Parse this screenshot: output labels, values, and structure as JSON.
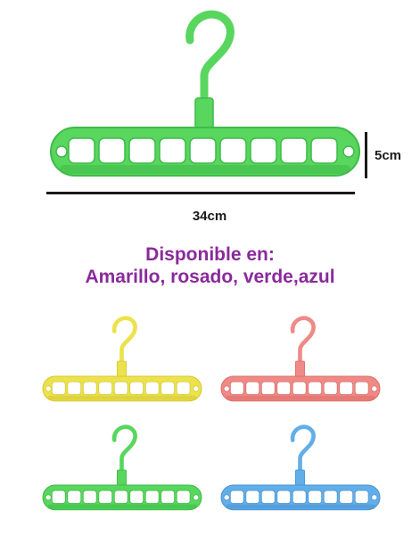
{
  "product": {
    "main_hanger_color": "#58d65e",
    "main_hanger_dark": "#3fbb48",
    "dimensions": {
      "width_label": "34cm",
      "height_label": "5cm"
    }
  },
  "availability": {
    "heading": "Disponible en:",
    "colors_text": "Amarillo, rosado, verde,azul"
  },
  "variants": [
    {
      "color": "#ece24c",
      "dark": "#d4c833"
    },
    {
      "color": "#ef8a86",
      "dark": "#dc6d69"
    },
    {
      "color": "#58d65e",
      "dark": "#3fbb48"
    },
    {
      "color": "#62aee8",
      "dark": "#4b95d2"
    }
  ]
}
